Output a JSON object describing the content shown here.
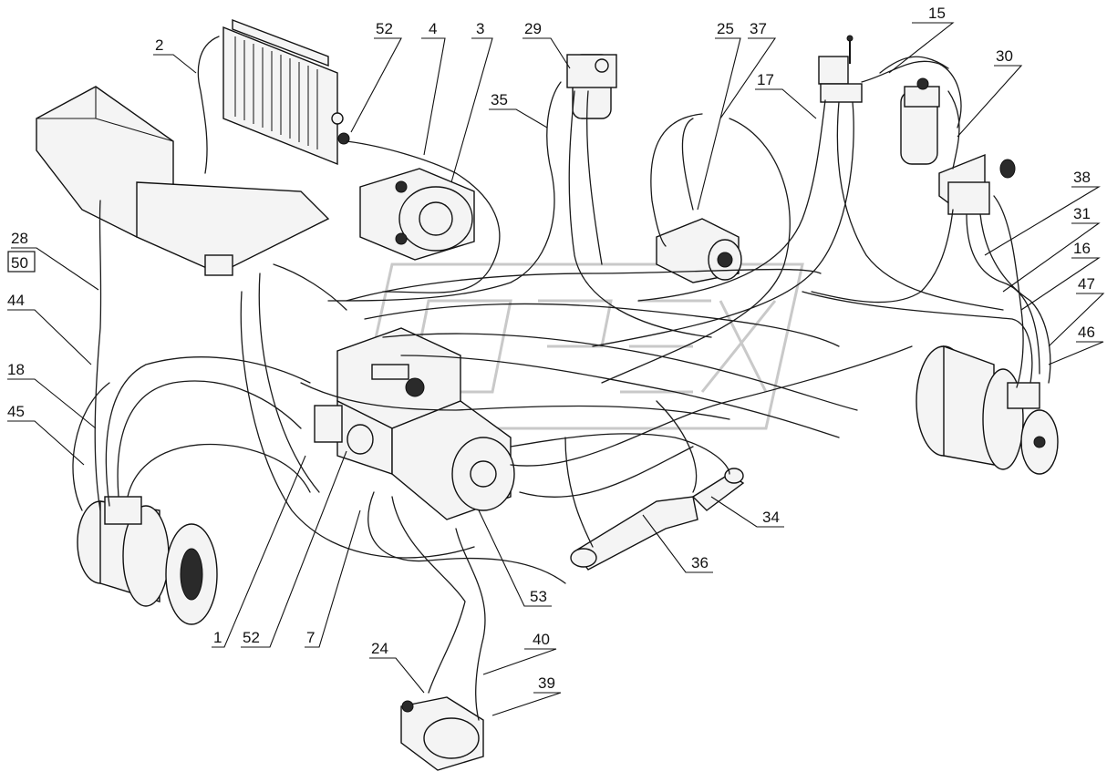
{
  "callouts": [
    {
      "id": "c2",
      "label": "2"
    },
    {
      "id": "c52a",
      "label": "52"
    },
    {
      "id": "c4",
      "label": "4"
    },
    {
      "id": "c3",
      "label": "3"
    },
    {
      "id": "c29",
      "label": "29"
    },
    {
      "id": "c25",
      "label": "25"
    },
    {
      "id": "c37",
      "label": "37"
    },
    {
      "id": "c15",
      "label": "15"
    },
    {
      "id": "c30",
      "label": "30"
    },
    {
      "id": "c17",
      "label": "17"
    },
    {
      "id": "c35",
      "label": "35"
    },
    {
      "id": "c38",
      "label": "38"
    },
    {
      "id": "c31",
      "label": "31"
    },
    {
      "id": "c16",
      "label": "16"
    },
    {
      "id": "c47",
      "label": "47"
    },
    {
      "id": "c46",
      "label": "46"
    },
    {
      "id": "c28",
      "label": "28"
    },
    {
      "id": "c50",
      "label": "50"
    },
    {
      "id": "c44",
      "label": "44"
    },
    {
      "id": "c18",
      "label": "18"
    },
    {
      "id": "c45",
      "label": "45"
    },
    {
      "id": "c34",
      "label": "34"
    },
    {
      "id": "c36",
      "label": "36"
    },
    {
      "id": "c53",
      "label": "53"
    },
    {
      "id": "c1",
      "label": "1"
    },
    {
      "id": "c52b",
      "label": "52"
    },
    {
      "id": "c7",
      "label": "7"
    },
    {
      "id": "c24",
      "label": "24"
    },
    {
      "id": "c40",
      "label": "40"
    },
    {
      "id": "c39",
      "label": "39"
    }
  ],
  "watermark": "icon-logo"
}
